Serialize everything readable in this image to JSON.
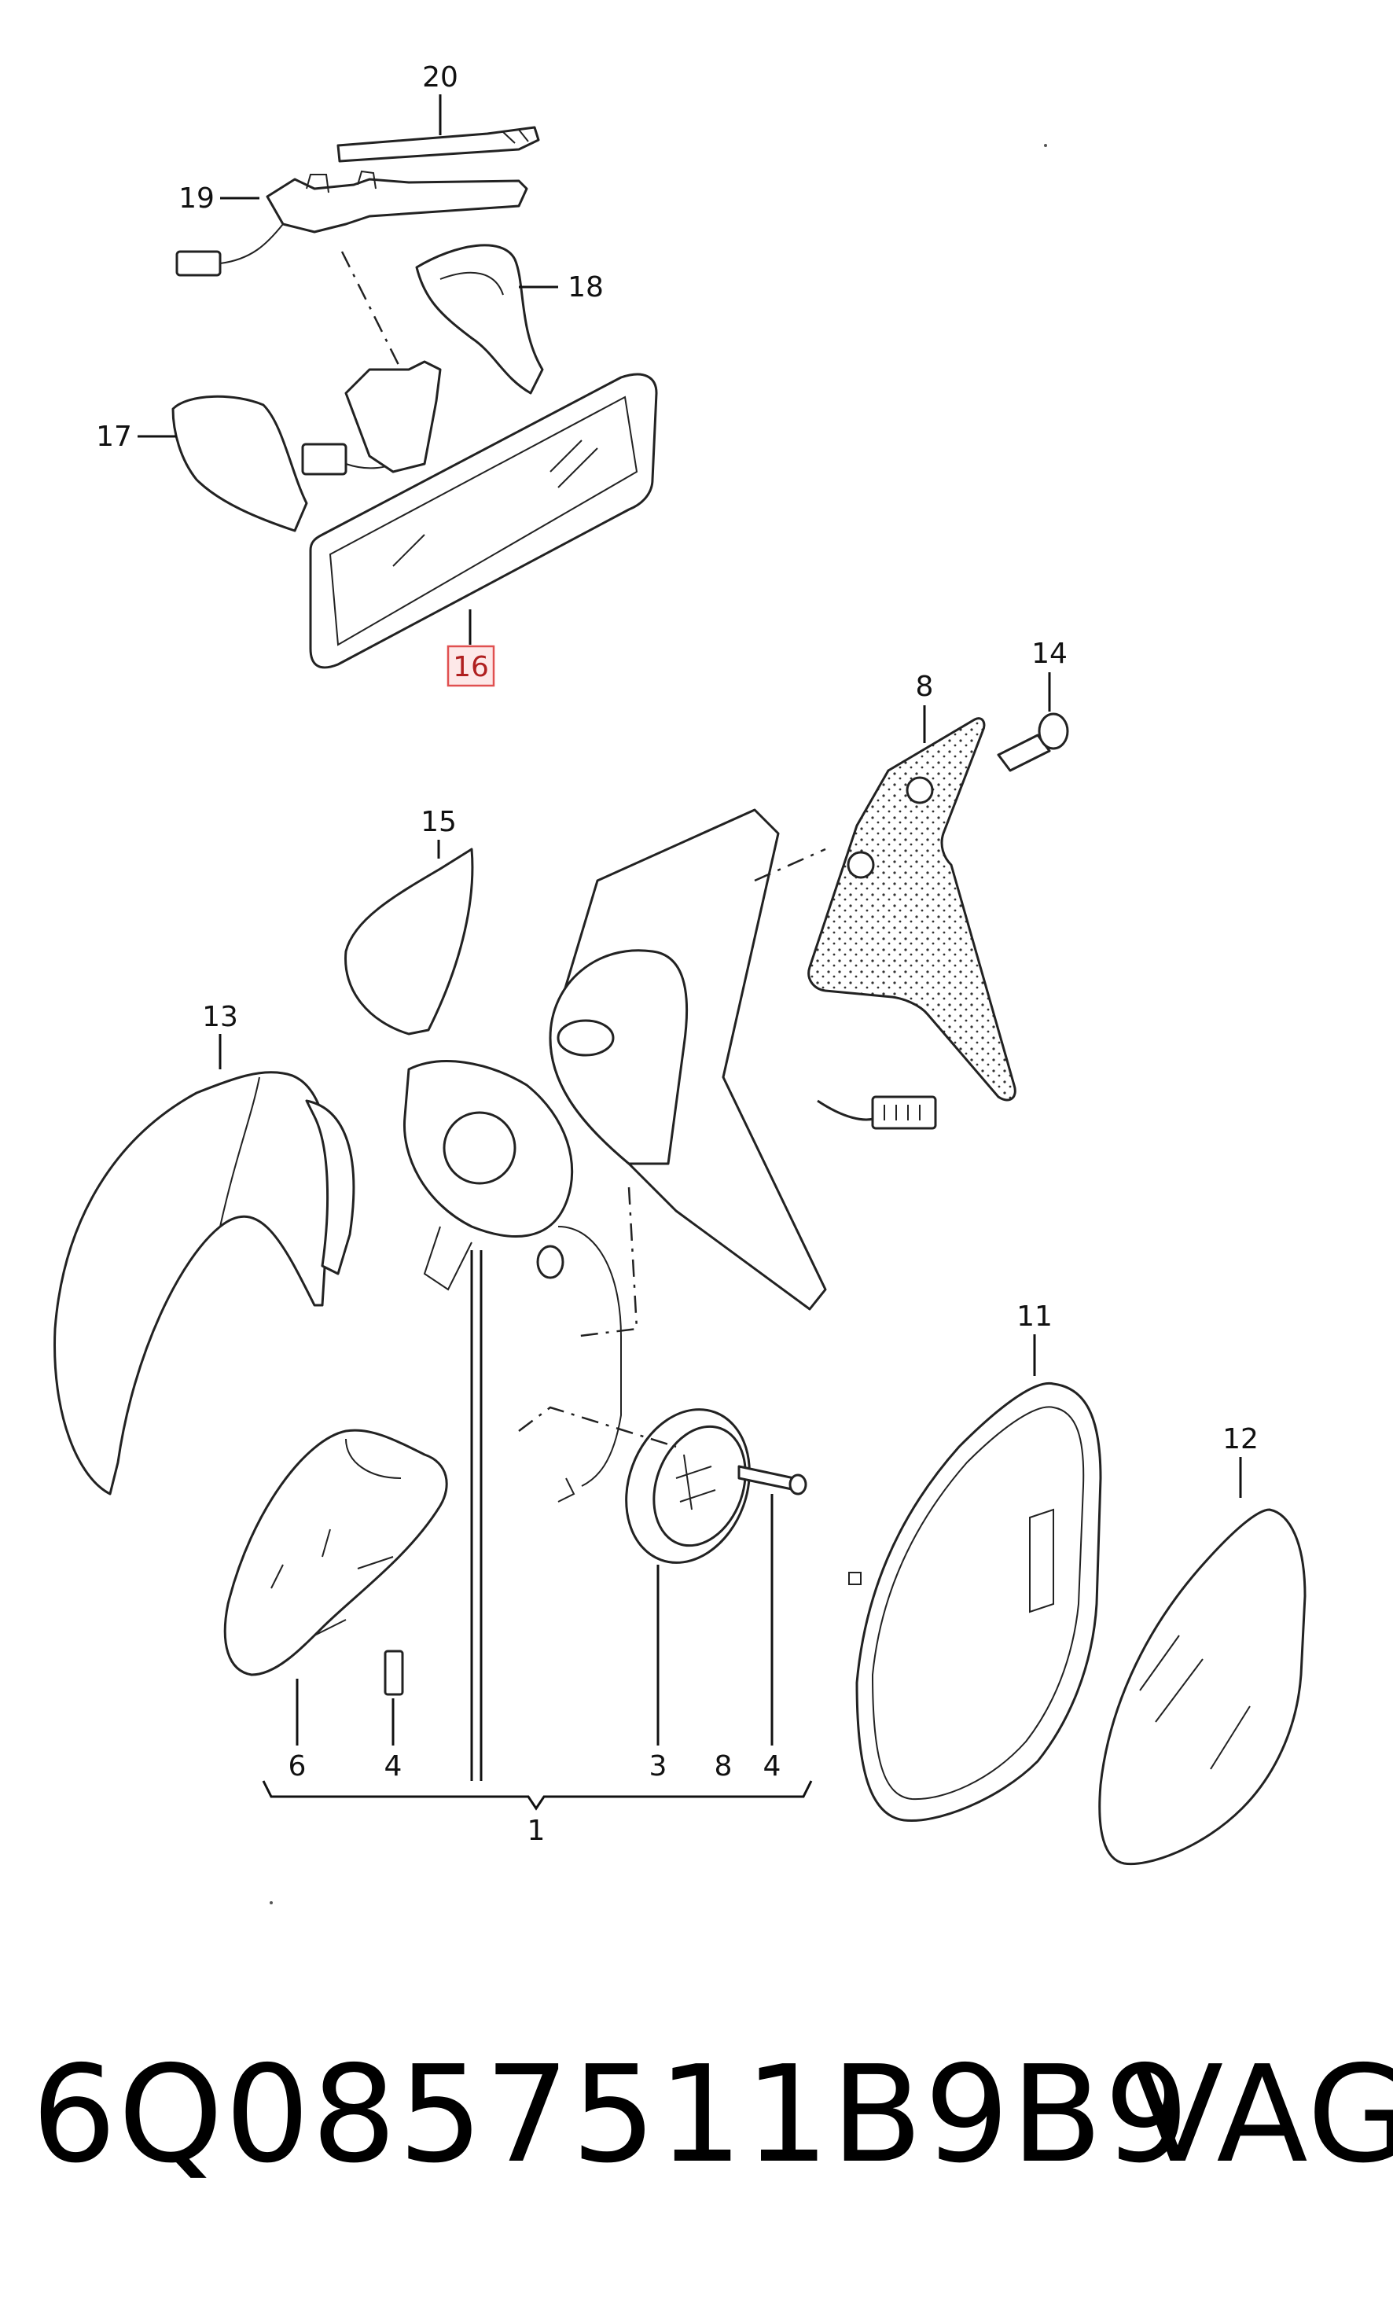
{
  "diagram": {
    "callouts": {
      "c1": "1",
      "c3": "3",
      "c4a": "4",
      "c4b": "4",
      "c6": "6",
      "c8a": "8",
      "c8b": "8",
      "c11": "11",
      "c12": "12",
      "c13": "13",
      "c14": "14",
      "c15": "15",
      "c16": "16",
      "c17": "17",
      "c18": "18",
      "c19": "19",
      "c20": "20"
    },
    "highlighted_callout": "16",
    "highlight_color": "#e05050"
  },
  "footer": {
    "part_number": "6Q0857511B9B9",
    "brand": "VAG"
  }
}
